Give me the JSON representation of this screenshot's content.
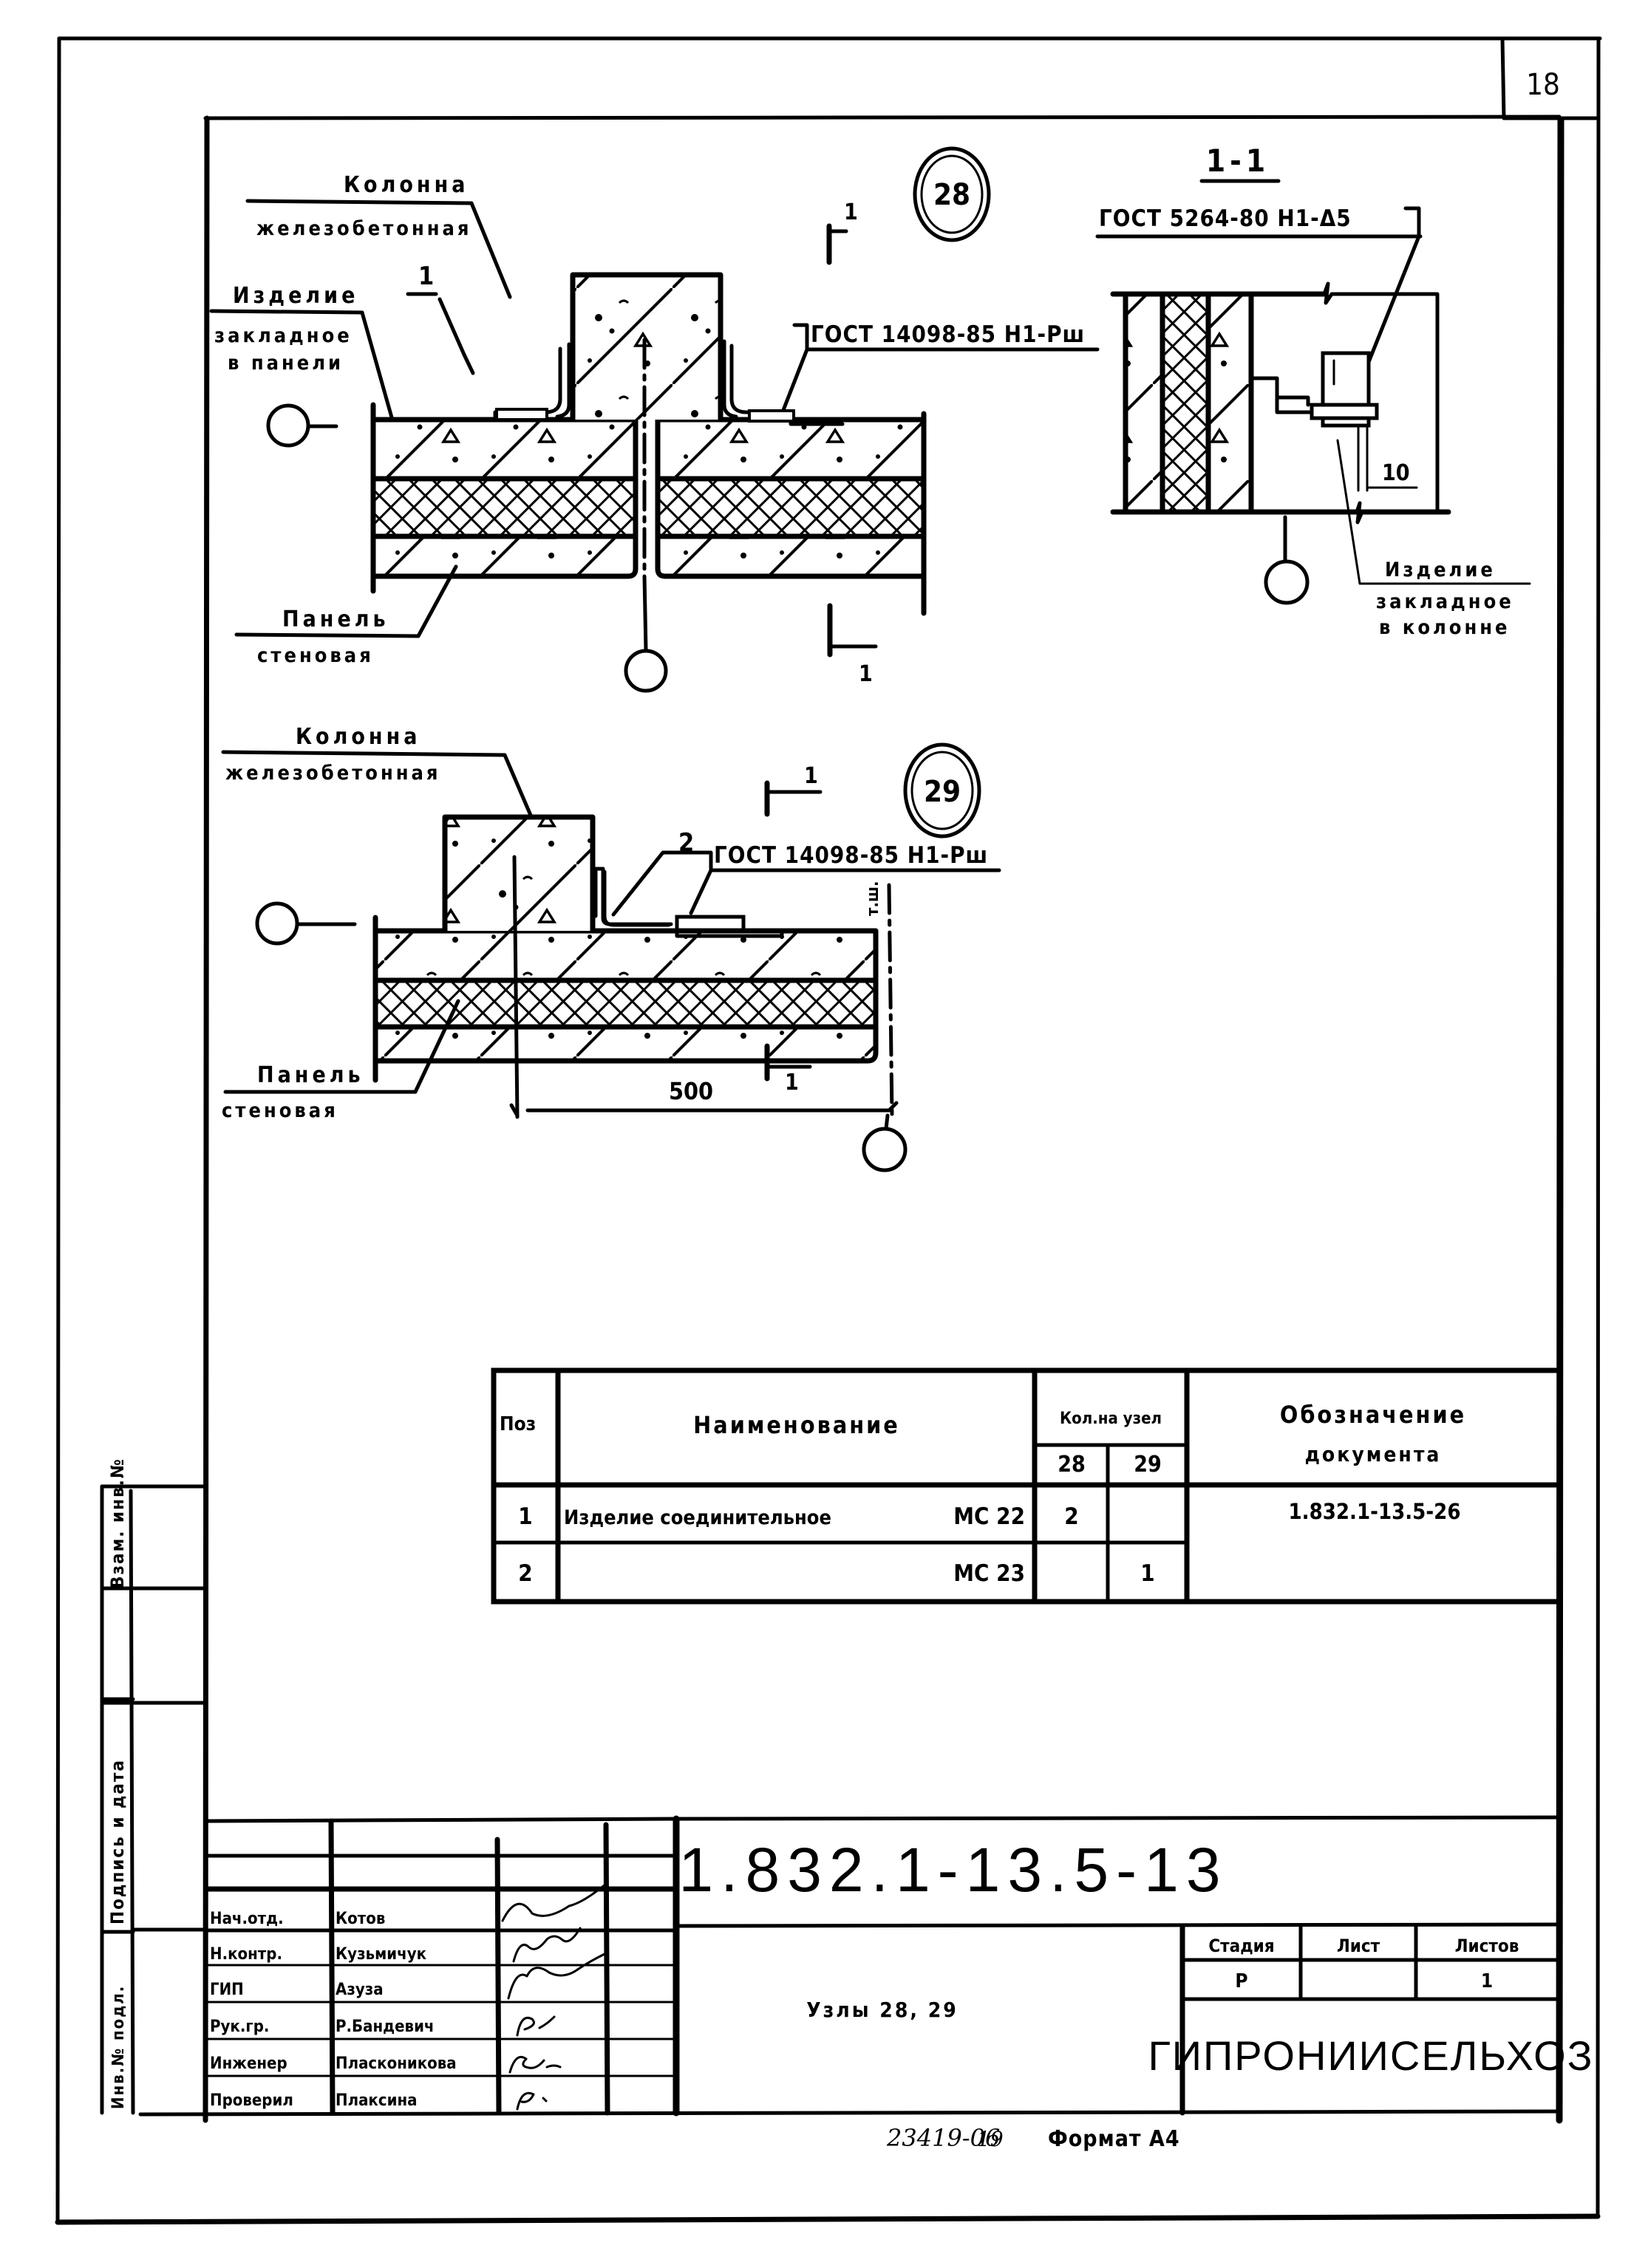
{
  "sheet": {
    "page_number": "18",
    "format_note": "Формат А4",
    "copy_number": "23419-06",
    "copy_suffix": "19"
  },
  "detail_28": {
    "marker": "28",
    "section_mark": "1",
    "section_mark_bottom": "1",
    "position_ref": "1",
    "labels": {
      "column_top": "Колонна",
      "column_bottom": "железобетонная",
      "embed_top": "Изделие",
      "embed_line2": "закладное",
      "embed_line3": "в панели",
      "panel_top": "Панель",
      "panel_bottom": "стеновая"
    },
    "weld_note": "ГОСТ 14098-85 Н1-Рш"
  },
  "section_1_1": {
    "title": "1-1",
    "weld_note": "ГОСТ 5264-80 Н1-Δ5",
    "dimension": "10",
    "labels": {
      "embed_top": "Изделие",
      "embed_line2": "закладное",
      "embed_line3": "в колонне"
    }
  },
  "detail_29": {
    "marker": "29",
    "section_mark": "1",
    "section_mark_bottom": "1",
    "position_ref": "2",
    "labels": {
      "column_top": "Колонна",
      "column_bottom": "железобетонная",
      "panel_top": "Панель",
      "panel_bottom": "стеновая"
    },
    "weld_note": "ГОСТ 14098-85 Н1-Рш",
    "edge_note": "т.ш.",
    "dimension": "500"
  },
  "spec_table": {
    "headers": {
      "pos": "Поз",
      "name": "Наименование",
      "qty_group": "Кол.на узел",
      "qty_cols": [
        "28",
        "29"
      ],
      "designation_line1": "Обозначение",
      "designation_line2": "документа"
    },
    "rows": [
      {
        "pos": "1",
        "name": "Изделие соединительное",
        "mark": "МС 22",
        "qty_28": "2",
        "qty_29": "",
        "designation": "1.832.1-13.5-26"
      },
      {
        "pos": "2",
        "name": "",
        "mark": "МС 23",
        "qty_28": "",
        "qty_29": "1",
        "designation": ""
      }
    ]
  },
  "side_stamp": {
    "replaced_inv": "Взам. инв.№",
    "signature_date": "Подпись и дата",
    "orig_inv": "Инв.№ подл."
  },
  "title_block": {
    "document_code": "1.832.1-13.5-13",
    "sheet_title": "Узлы 28, 29",
    "stage_label": "Стадия",
    "sheet_label": "Лист",
    "sheets_label": "Листов",
    "stage_value": "Р",
    "sheet_value": "",
    "sheets_value": "1",
    "organization": "ГИПРОНИИСЕЛЬХОЗ",
    "signatures": [
      {
        "role": "Нач.отд.",
        "name": "Котов"
      },
      {
        "role": "Н.контр.",
        "name": "Кузьмичук"
      },
      {
        "role": "ГИП",
        "name": "Азуза"
      },
      {
        "role": "Рук.гр.",
        "name": "Р.Бандевич"
      },
      {
        "role": "Инженер",
        "name": "Пласконикова"
      },
      {
        "role": "Проверил",
        "name": "Плаксина"
      }
    ]
  }
}
